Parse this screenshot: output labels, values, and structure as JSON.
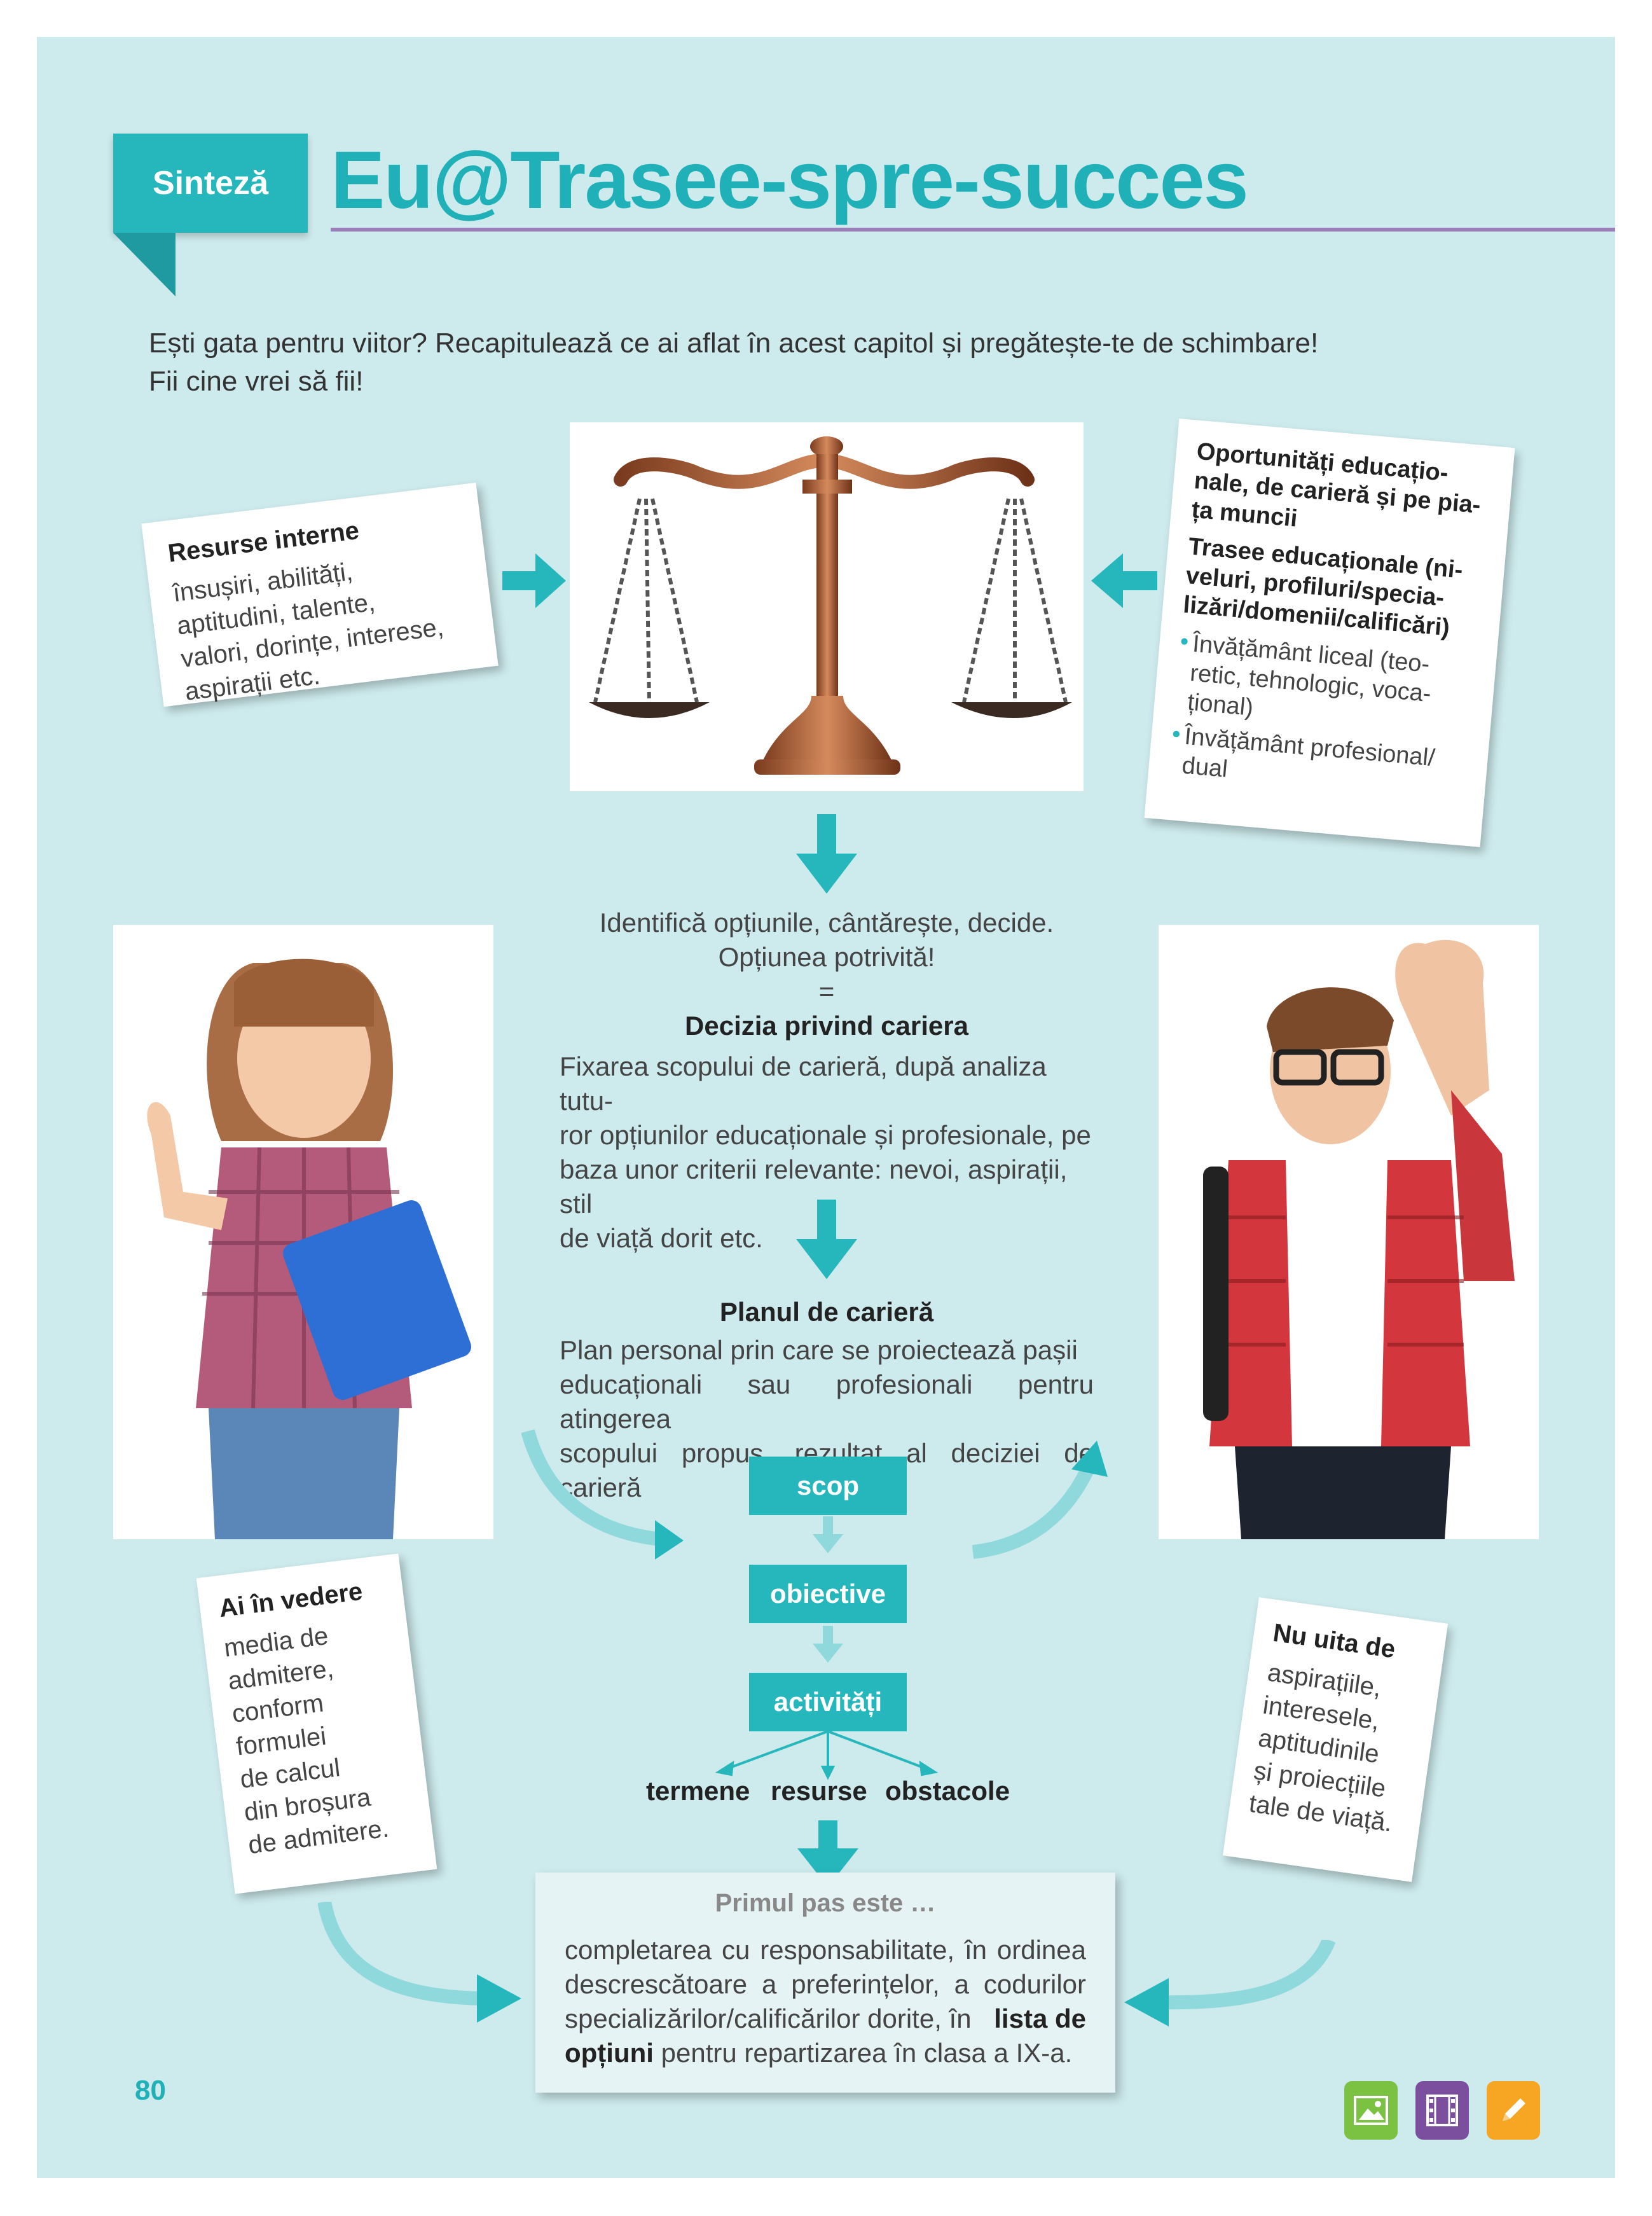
{
  "header": {
    "tag_label": "Sinteză",
    "title": "Eu@Trasee-spre-succes"
  },
  "intro": {
    "line1": "Ești gata pentru viitor? Recapitulează ce ai aflat în acest capitol și pregătește-te de schimbare!",
    "line2": "Fii cine vrei să fii!"
  },
  "resurse_interne": {
    "title": "Resurse interne",
    "lines": [
      "însușiri, abilități,",
      "aptitudini, talente,",
      "valori, dorințe, interese,",
      "aspirații etc."
    ]
  },
  "oportunitati": {
    "title_lines": [
      "Oportunități educațio-",
      "nale, de carieră și pe pia-",
      "ța muncii"
    ],
    "subtitle_lines": [
      "Trasee educaționale (ni-",
      "veluri, profiluri/specia-",
      "lizări/domenii/calificări)"
    ],
    "bullet1_lines": [
      "Învățământ liceal (teo-",
      "retic, tehnologic, voca-",
      "țional)"
    ],
    "bullet2_lines": [
      "Învățământ profesional/",
      "dual"
    ]
  },
  "center": {
    "line1": "Identifică opțiunile, cântărește, decide.",
    "line2": "Opțiunea potrivită!",
    "equals": "=",
    "decizia_title": "Decizia privind cariera",
    "decizia_lines": [
      "Fixarea scopului de carieră, după analiza tutu-",
      "ror opțiunilor educaționale și profesionale, pe",
      "baza unor criterii relevante: nevoi, aspirații, stil",
      "de viață dorit etc."
    ],
    "plan_title": "Planul de carieră",
    "plan_lines": [
      "Plan personal prin care se proiectează pașii",
      "educaționali sau profesionali pentru atingerea",
      "scopului propus, rezultat al deciziei de carieră"
    ]
  },
  "flow": {
    "scop": "scop",
    "obiective": "obiective",
    "activitati": "activități",
    "termene": "termene",
    "resurse": "resurse",
    "obstacole": "obstacole"
  },
  "ai_in_vedere": {
    "title": "Ai în vedere",
    "lines": [
      "media de",
      "admitere,",
      "conform",
      "formulei",
      "de calcul",
      "din broșura",
      "de admitere."
    ]
  },
  "nu_uita": {
    "title": "Nu uita de",
    "lines": [
      "aspirațiile,",
      "interesele,",
      "aptitudinile",
      "și proiecțiile",
      "tale de viață."
    ]
  },
  "primul_pas": {
    "title": "Primul pas este …",
    "line1": "completarea cu responsabilitate, în ordinea",
    "line2": "descrescătoare a preferințelor, a codurilor",
    "line3_pre": "specializărilor/calificărilor dorite, în",
    "line3_bold": "lista de",
    "line4_bold": "opțiuni",
    "line4_post": "pentru repartizarea în clasa a IX-a."
  },
  "page_number": "80",
  "colors": {
    "accent": "#26b7bd",
    "background": "#cdeaec",
    "title_line": "#9b7fb8",
    "icon_image": "#7bc242",
    "icon_video": "#7b4f9e",
    "icon_edit": "#f6a623"
  },
  "icons": [
    "image-icon",
    "film-icon",
    "pencil-icon"
  ]
}
